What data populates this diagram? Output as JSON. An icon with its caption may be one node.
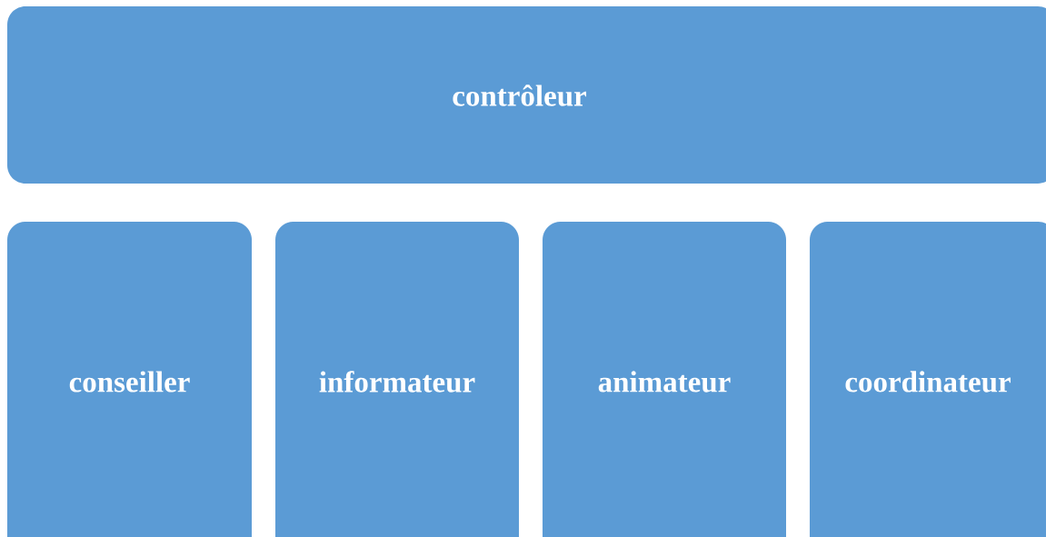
{
  "diagram": {
    "nodes": [
      {
        "text": [
          "contrôleur"
        ]
      },
      {
        "text": [
          "conseiller"
        ]
      },
      {
        "text": [
          "informateur"
        ]
      },
      {
        "text": [
          "animateur"
        ]
      },
      {
        "text": [
          "coordinateur"
        ]
      }
    ]
  }
}
